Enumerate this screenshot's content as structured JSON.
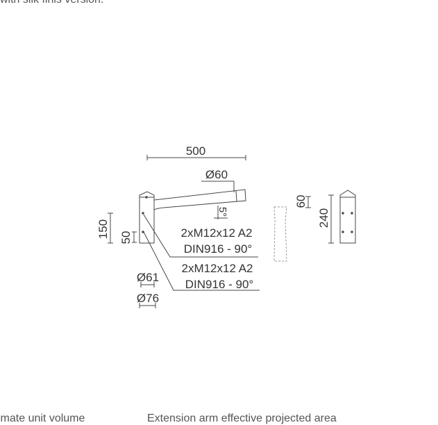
{
  "top_caption": "with silk finis version.",
  "bottom_left_caption": "imate unit volume",
  "bottom_right_caption": "Extension arm effective projected area",
  "dimensions": {
    "arm_length": "500",
    "arm_diameter": "Ø60",
    "arm_angle": "5°",
    "bracket_height": "150",
    "bolt_spacing": "50",
    "side_top_height": "60",
    "side_height": "240",
    "inner_diameter": "Ø61",
    "outer_diameter": "Ø76"
  },
  "fixings": [
    {
      "line1": "2xM12x12 A2",
      "line2": "DIN916 - 90°"
    },
    {
      "line1": "2xM12x12 A2",
      "line2": "DIN916 - 90°"
    }
  ],
  "colors": {
    "line": "#444444",
    "dashed": "#999999",
    "text": "#333333"
  }
}
